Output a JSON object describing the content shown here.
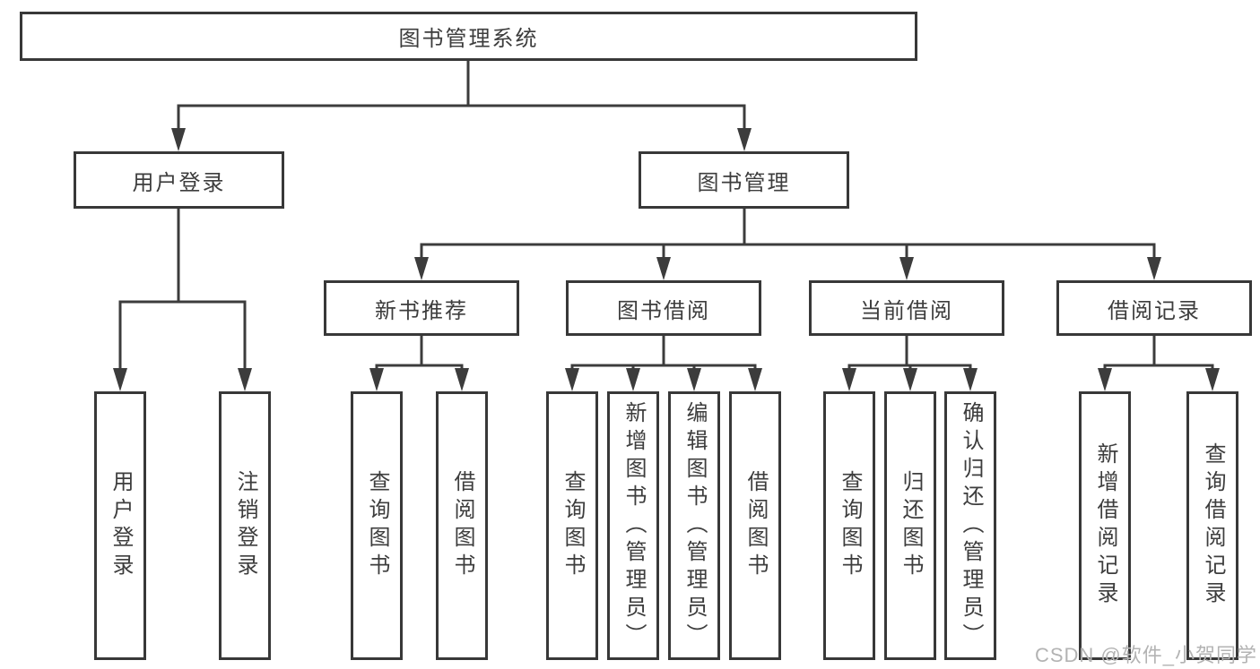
{
  "diagram": {
    "type": "hierarchy-tree",
    "root": {
      "label": "图书管理系统"
    },
    "level2": {
      "user_login": {
        "label": "用户登录"
      },
      "book_mgmt": {
        "label": "图书管理"
      }
    },
    "level3": {
      "new_books": {
        "label": "新书推荐"
      },
      "book_borrow": {
        "label": "图书借阅"
      },
      "current_borrow": {
        "label": "当前借阅"
      },
      "borrow_records": {
        "label": "借阅记录"
      }
    },
    "leaves": {
      "user": [
        "用户登录",
        "注销登录"
      ],
      "new_books": [
        "查询图书",
        "借阅图书"
      ],
      "book_borrow": [
        "查询图书",
        "新增图书（管理员）",
        "编辑图书（管理员）",
        "借阅图书"
      ],
      "current_borrow": [
        "查询图书",
        "归还图书",
        "确认归还（管理员）"
      ],
      "borrow_records": [
        "新增借阅记录",
        "查询借阅记录"
      ]
    }
  },
  "watermark": "CSDN @软件_小贺同学",
  "colors": {
    "line": "#3c3c3c",
    "border": "#383838",
    "text": "#3d3d3d",
    "watermark": "#b3b3b3",
    "background": "#ffffff"
  }
}
